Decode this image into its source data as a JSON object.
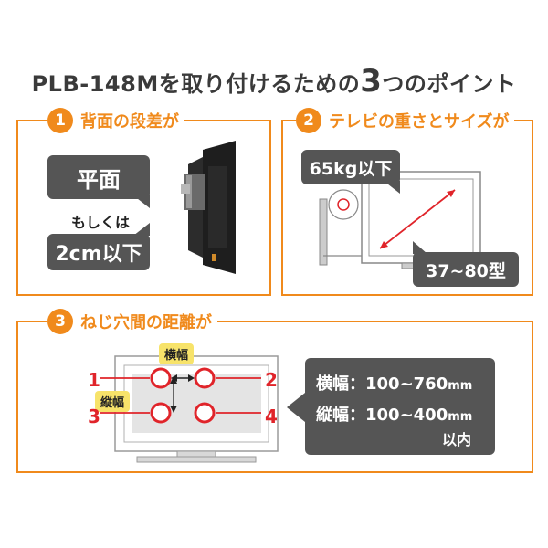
{
  "title": {
    "prefix": "PLB-148Mを取り付けるための",
    "big": "3",
    "suffix": "つのポイント"
  },
  "sections": [
    {
      "number": "1",
      "title": "背面の段差が"
    },
    {
      "number": "2",
      "title": "テレビの重さとサイズが"
    },
    {
      "number": "3",
      "title": "ねじ穴間の距離が"
    }
  ],
  "section1": {
    "flat_label": "平面",
    "or_label": "もしくは",
    "step_label": "2cm以下"
  },
  "section2": {
    "weight_label": "65kg以下",
    "size_label": "37~80型"
  },
  "section3": {
    "horizontal_tag": "横幅",
    "vertical_tag": "縦幅",
    "hole_numbers": [
      "1",
      "2",
      "3",
      "4"
    ],
    "spec_horizontal_key": "横幅：",
    "spec_horizontal_value": "100~760",
    "spec_unit_1": "mm",
    "spec_vertical_key": "縦幅：",
    "spec_vertical_value": "100~400",
    "spec_unit_2": "mm",
    "spec_within": "以内"
  },
  "colors": {
    "accent": "#f08a1c",
    "gray": "#555555",
    "red": "#e0242a",
    "yellow": "#f7e36a"
  }
}
